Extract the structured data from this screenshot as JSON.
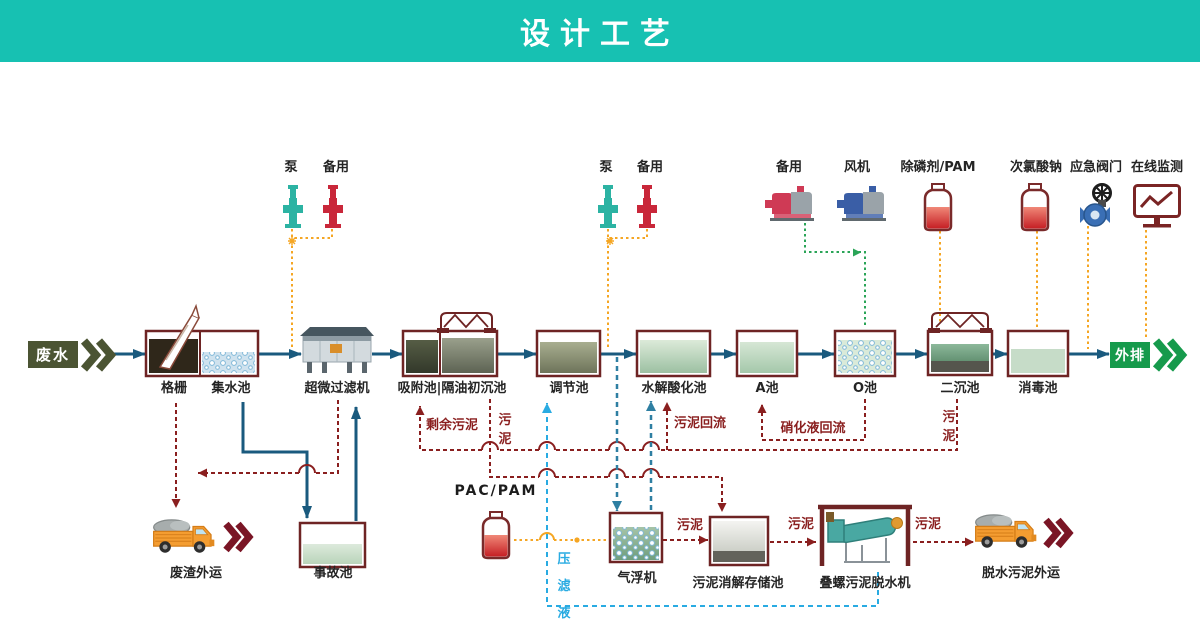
{
  "header": {
    "title": "设计工艺"
  },
  "flow": {
    "inflow": "废水",
    "outflow": "外排",
    "stages": {
      "grating": "格栅",
      "collecting_tank": "集水池",
      "ultra_filter": "超微过滤机",
      "adsorption_oil_tank": "吸附池|隔油初沉池",
      "regulating_tank": "调节池",
      "hydrolysis_tank": "水解酸化池",
      "a_tank": "A池",
      "o_tank": "O池",
      "secondary_sedimentation": "二沉池",
      "disinfection_tank": "消毒池"
    }
  },
  "top_equipment": {
    "pump1": "泵",
    "pump1_backup": "备用",
    "pump2": "泵",
    "pump2_backup": "备用",
    "blower_backup": "备用",
    "blower": "风机",
    "phosphorus_agent": "除磷剂/PAM",
    "sodium_hypochlorite": "次氯酸钠",
    "emergency_valve": "应急阀门",
    "online_monitoring": "在线监测"
  },
  "bottom_equipment": {
    "waste_residue_out": "废渣外运",
    "accident_tank": "事故池",
    "pac_pam": "PAC/PAM",
    "air_flotation": "气浮机",
    "sludge_digestion_storage": "污泥消解存储池",
    "screw_sludge_dewatering": "叠螺污泥脱水机",
    "dewatered_sludge_out": "脱水污泥外运"
  },
  "line_labels": {
    "excess_sludge": "剩余污泥",
    "sludge_a": "污泥",
    "sludge_return": "污泥回流",
    "nitrification_return": "硝化液回流",
    "sludge_b": "污泥",
    "sludge_c": "污泥",
    "sludge_d": "污泥",
    "sludge_e": "污泥",
    "filtrate": "压滤液"
  },
  "colors": {
    "header_bg": "#17c1b2",
    "flow_line": "#1a5a7e",
    "sludge_line": "#8a1f1f",
    "internal_return_line": "#2e7fa2",
    "filtrate_line": "#29abe2",
    "dosing_line": "#f5a623",
    "air_line": "#2aa457",
    "inflow_bg": "#4b5433",
    "outflow_bg": "#169a4c",
    "tank_border": "#6e2424"
  }
}
